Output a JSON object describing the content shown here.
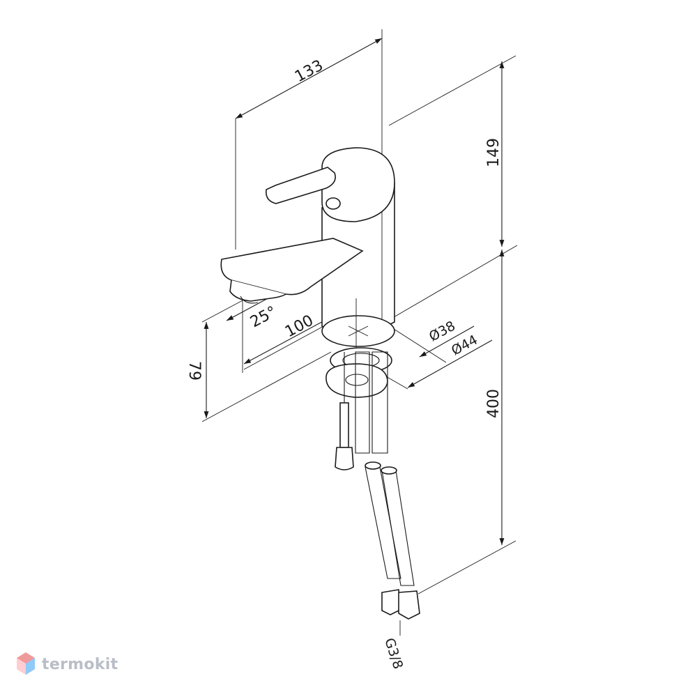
{
  "dimensions": {
    "total_length": "133",
    "spout_reach": "100",
    "body_height": "149",
    "spout_height": "79",
    "hose_length": "400",
    "base_diameter": "Ø38",
    "washer_diameter": "Ø44",
    "spout_angle": "25°",
    "connection_thread": "G3/8"
  },
  "brand": {
    "name": "termokit",
    "logo_colors": [
      "#e57373",
      "#64b5f6"
    ]
  }
}
